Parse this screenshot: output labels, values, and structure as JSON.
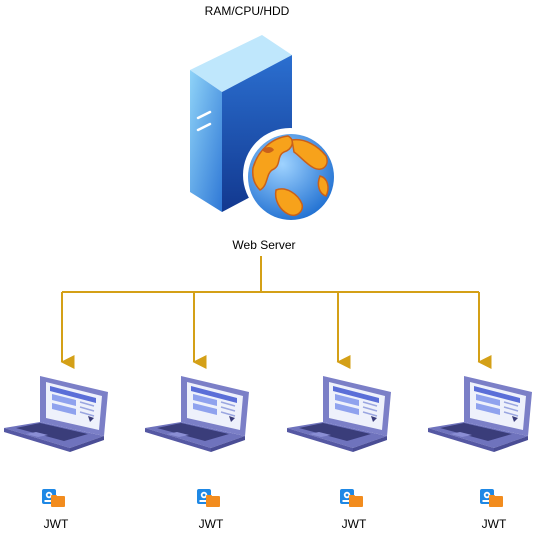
{
  "server": {
    "spec_label": "RAM/CPU/HDD",
    "name_label": "Web Server",
    "icon": "web-server-globe-icon"
  },
  "clients": [
    {
      "icon": "laptop-icon",
      "token_icon": "token-icon",
      "token_label": "JWT"
    },
    {
      "icon": "laptop-icon",
      "token_icon": "token-icon",
      "token_label": "JWT"
    },
    {
      "icon": "laptop-icon",
      "token_icon": "token-icon",
      "token_label": "JWT"
    },
    {
      "icon": "laptop-icon",
      "token_icon": "token-icon",
      "token_label": "JWT"
    }
  ],
  "colors": {
    "connector": "#d4a017",
    "server_light": "#7cc6f3",
    "server_dark": "#1f58b8",
    "laptop_frame": "#7b7fc7",
    "laptop_screen": "#eef1fb",
    "globe_ocean": "#3a8be0",
    "globe_land": "#f7a21b",
    "token_blue": "#1e88e5",
    "token_orange": "#f28c1e"
  }
}
